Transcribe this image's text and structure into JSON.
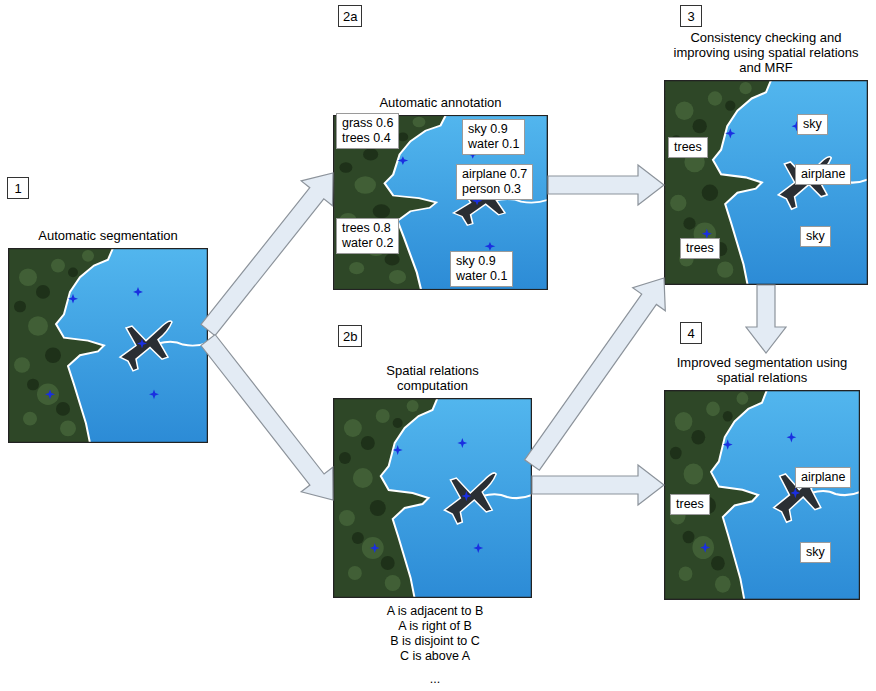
{
  "diagram": {
    "nodes": [
      {
        "text": [
          "1"
        ]
      },
      {
        "text": [
          "Automatic segmentation"
        ]
      },
      {
        "text": [
          "2a"
        ]
      },
      {
        "text": [
          "Automatic annotation"
        ]
      },
      {
        "text": [
          "grass 0.6",
          "trees 0.4"
        ],
        "in": 3
      },
      {
        "text": [
          "sky 0.9",
          "water 0.1"
        ],
        "in": 3
      },
      {
        "text": [
          "airplane 0.7",
          "person 0.3"
        ],
        "in": 3
      },
      {
        "text": [
          "trees 0.8",
          "water 0.2"
        ],
        "in": 3
      },
      {
        "text": [
          "sky 0.9",
          "water 0.1"
        ],
        "in": 3
      },
      {
        "text": [
          "2b"
        ]
      },
      {
        "text": [
          "Spatial relations computation"
        ]
      },
      {
        "text": [
          "3"
        ]
      },
      {
        "text": [
          "Consistency checking and improving using spatial relations and MRF"
        ]
      },
      {
        "text": [
          "sky"
        ],
        "in": 12
      },
      {
        "text": [
          "trees"
        ],
        "in": 12
      },
      {
        "text": [
          "airplane"
        ],
        "in": 12
      },
      {
        "text": [
          "sky"
        ],
        "in": 12
      },
      {
        "text": [
          "trees"
        ],
        "in": 12
      },
      {
        "text": [
          "4"
        ]
      },
      {
        "text": [
          "Improved segmentation using spatial relations"
        ]
      },
      {
        "text": [
          "airplane"
        ],
        "in": 19
      },
      {
        "text": [
          "trees"
        ],
        "in": 19
      },
      {
        "text": [
          "sky"
        ],
        "in": 19
      }
    ],
    "edges": [
      {
        "from": 1,
        "to": 3,
        "arrow": "to"
      },
      {
        "from": 1,
        "to": 10,
        "arrow": "to"
      },
      {
        "from": 3,
        "to": 12,
        "arrow": "to"
      },
      {
        "from": 10,
        "to": 12,
        "arrow": "to"
      },
      {
        "from": 10,
        "to": 19,
        "arrow": "to"
      },
      {
        "from": 12,
        "to": 19,
        "arrow": "to"
      }
    ],
    "labels": [
      "A is adjacent to B",
      "A is right of B",
      "B is disjoint to C",
      "C is above A",
      "..."
    ]
  }
}
